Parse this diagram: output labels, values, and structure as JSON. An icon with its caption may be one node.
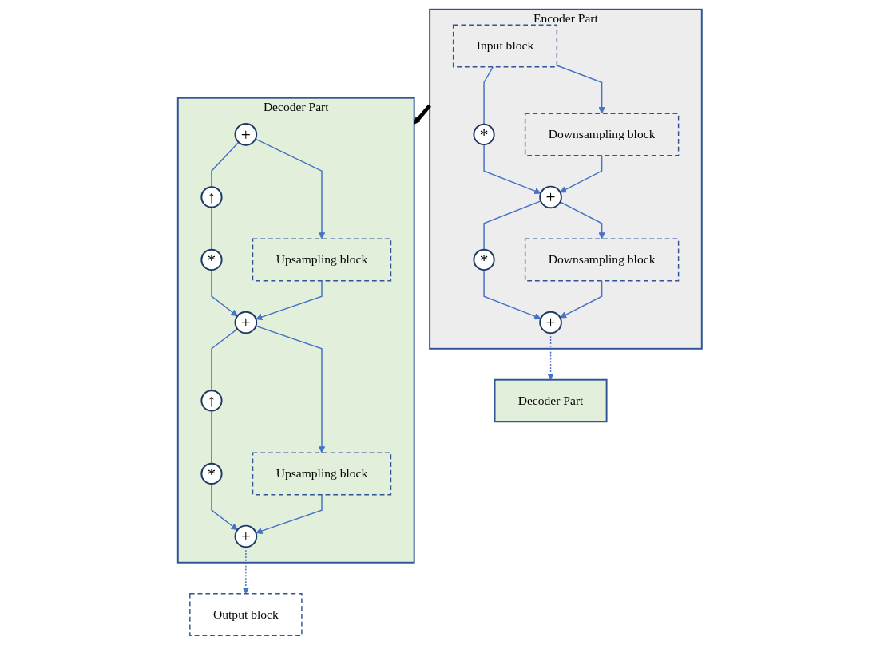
{
  "diagram": {
    "nodes": [
      {
        "text": [
          "Encoder Part"
        ]
      },
      {
        "text": [
          "Input block"
        ],
        "in": 0
      },
      {
        "text": [
          "Downsampling block"
        ],
        "in": 0
      },
      {
        "text": [
          "*"
        ],
        "in": 0
      },
      {
        "text": [
          "+"
        ],
        "in": 0
      },
      {
        "text": [
          "Downsampling block"
        ],
        "in": 0
      },
      {
        "text": [
          "*"
        ],
        "in": 0
      },
      {
        "text": [
          "+"
        ],
        "in": 0
      },
      {
        "text": [
          "Decoder Part"
        ]
      },
      {
        "text": [
          "Decoder Part"
        ]
      },
      {
        "text": [
          "+"
        ],
        "in": 9
      },
      {
        "text": [
          "Upsampling block"
        ],
        "in": 9
      },
      {
        "text": [
          "↑"
        ],
        "in": 9
      },
      {
        "text": [
          "*"
        ],
        "in": 9
      },
      {
        "text": [
          "+"
        ],
        "in": 9
      },
      {
        "text": [
          "Upsampling block"
        ],
        "in": 9
      },
      {
        "text": [
          "↑"
        ],
        "in": 9
      },
      {
        "text": [
          "*"
        ],
        "in": 9
      },
      {
        "text": [
          "+"
        ],
        "in": 9
      },
      {
        "text": [
          "Output block"
        ]
      }
    ],
    "edges": [
      {
        "from": 1,
        "to": 2,
        "arrow": "to"
      },
      {
        "from": 1,
        "to": 3,
        "arrow": "none"
      },
      {
        "from": 3,
        "to": 4,
        "arrow": "to"
      },
      {
        "from": 2,
        "to": 4,
        "arrow": "to"
      },
      {
        "from": 4,
        "to": 5,
        "arrow": "to"
      },
      {
        "from": 4,
        "to": 6,
        "arrow": "none"
      },
      {
        "from": 6,
        "to": 7,
        "arrow": "to"
      },
      {
        "from": 5,
        "to": 7,
        "arrow": "to"
      },
      {
        "from": 7,
        "to": 8,
        "arrow": "to",
        "style": "dashed"
      },
      {
        "from": 0,
        "to": 9,
        "arrow": "to",
        "style": "thick",
        "color": "#000000"
      },
      {
        "from": 10,
        "to": 11,
        "arrow": "to"
      },
      {
        "from": 10,
        "to": 12,
        "arrow": "none"
      },
      {
        "from": 12,
        "to": 13,
        "arrow": "none"
      },
      {
        "from": 13,
        "to": 14,
        "arrow": "to"
      },
      {
        "from": 11,
        "to": 14,
        "arrow": "to"
      },
      {
        "from": 14,
        "to": 15,
        "arrow": "to"
      },
      {
        "from": 14,
        "to": 16,
        "arrow": "none"
      },
      {
        "from": 16,
        "to": 17,
        "arrow": "none"
      },
      {
        "from": 17,
        "to": 18,
        "arrow": "to"
      },
      {
        "from": 15,
        "to": 18,
        "arrow": "to"
      },
      {
        "from": 18,
        "to": 19,
        "arrow": "to",
        "style": "dashed"
      }
    ]
  }
}
